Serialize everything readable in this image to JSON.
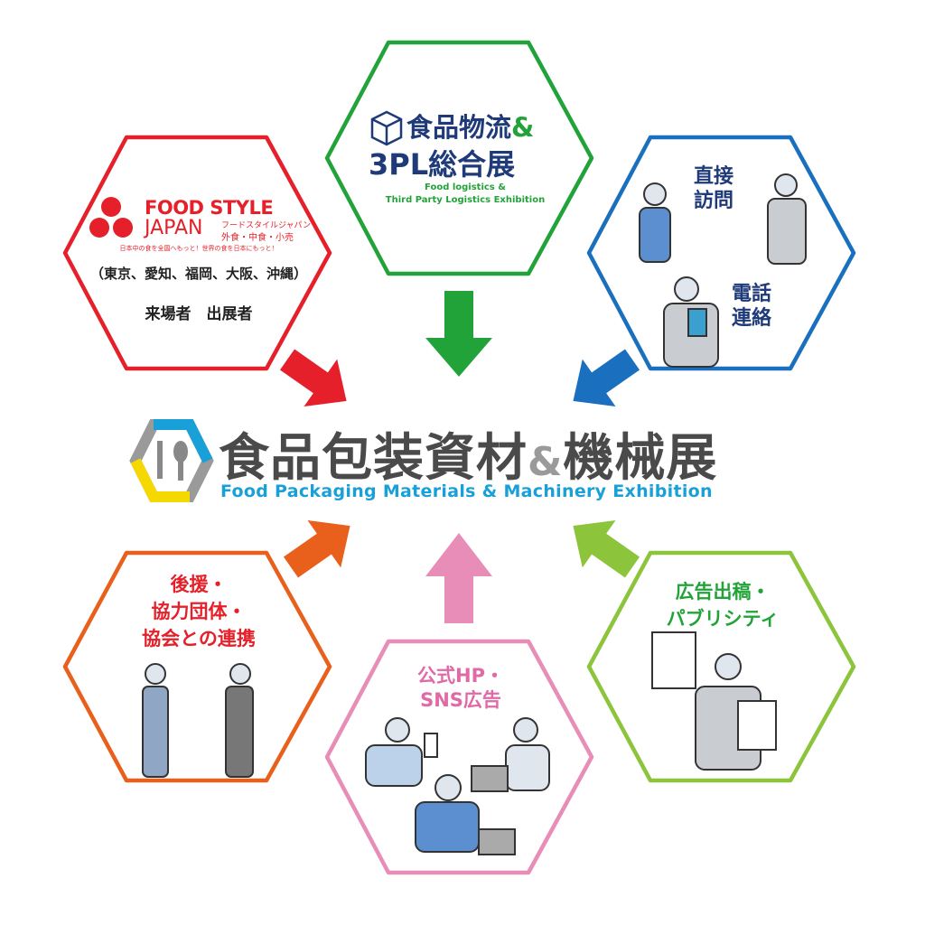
{
  "colors": {
    "red": "#e5202a",
    "green": "#22a33a",
    "blue": "#1a6fbf",
    "orange": "#e8601c",
    "pink": "#e88cb8",
    "lime": "#8cc43c",
    "navy": "#1e3a78",
    "gray": "#4a4a4a",
    "cyan": "#1aa0d8",
    "yellow": "#f5d800"
  },
  "center": {
    "title_part1": "食品包装資材",
    "amp": "&",
    "title_part2": "機械展",
    "subtitle": "Food Packaging Materials & Machinery Exhibition"
  },
  "food_style": {
    "logo_line1": "FOOD STYLE",
    "logo_line2": "JAPAN",
    "kana": "フードスタイルジャパン",
    "categories": "外食・中食・小売",
    "tagline": "日本中の食を全国へもっと！世界の食を日本にもっと！",
    "cities": "（東京、愛知、福岡、大阪、沖縄）",
    "audience": "来場者　出展者"
  },
  "logistics": {
    "title_line1": "食品物流",
    "amp": "&",
    "title_line2": "3PL総合展",
    "en_line1": "Food logistics &",
    "en_line2": "Third Party Logistics Exhibition"
  },
  "direct": {
    "visit": [
      "直接",
      "訪問"
    ],
    "phone": [
      "電話",
      "連絡"
    ]
  },
  "support": {
    "lines": [
      "後援・",
      "協力団体・",
      "協会との連携"
    ]
  },
  "web": {
    "lines": [
      "公式HP・",
      "SNS広告"
    ]
  },
  "ads": {
    "lines": [
      "広告出稿・",
      "パブリシティ"
    ]
  }
}
